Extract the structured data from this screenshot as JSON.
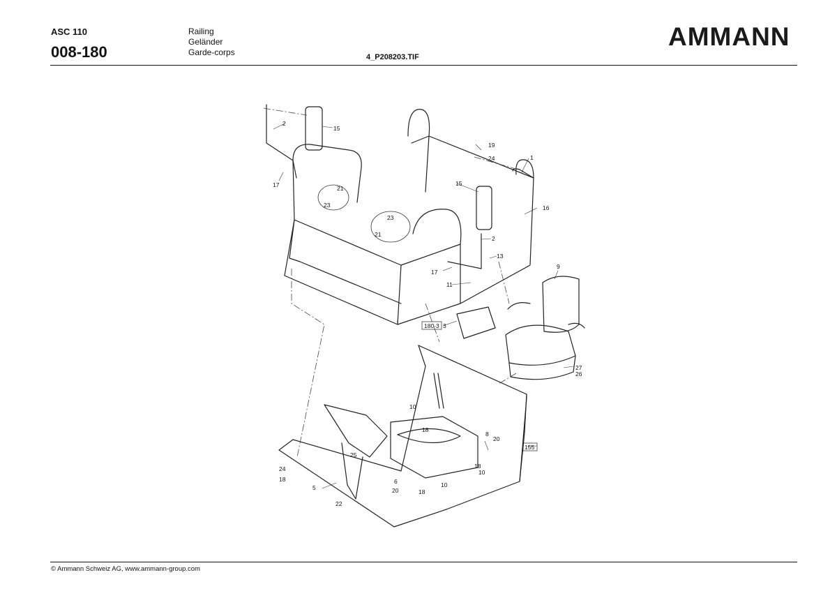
{
  "header": {
    "model": "ASC 110",
    "page_number": "008-180",
    "title_en": "Railing",
    "title_de": "Geländer",
    "title_fr": "Garde-corps",
    "filename": "4_P208203.TIF",
    "brand": "AMMANN"
  },
  "footer": {
    "copyright": "© Ammann Schweiz AG, www.ammann-group.com"
  },
  "drawing": {
    "callouts": [
      "2",
      "15",
      "17",
      "21",
      "23",
      "19",
      "24",
      "1",
      "16",
      "15",
      "23",
      "21",
      "2",
      "13",
      "17",
      "11",
      "9",
      "180-3",
      "3",
      "27",
      "26",
      "10",
      "18",
      "155",
      "8",
      "20",
      "18",
      "10",
      "25",
      "24",
      "18",
      "5",
      "22",
      "6",
      "20",
      "10",
      "18"
    ]
  }
}
